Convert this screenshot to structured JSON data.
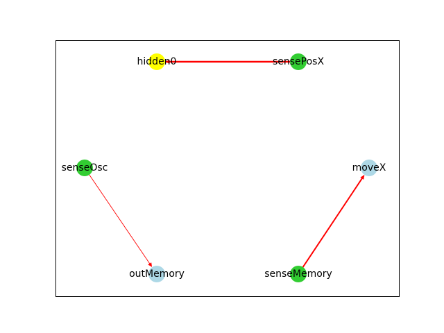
{
  "graph": {
    "nodes": [
      {
        "id": "hidden0",
        "label": "hidden0",
        "color": "#ffff00"
      },
      {
        "id": "sensePosX",
        "label": "sensePosX",
        "color": "#32cd32"
      },
      {
        "id": "senseOsc",
        "label": "senseOsc",
        "color": "#32cd32"
      },
      {
        "id": "moveX",
        "label": "moveX",
        "color": "#add8e6"
      },
      {
        "id": "outMemory",
        "label": "outMemory",
        "color": "#add8e6"
      },
      {
        "id": "senseMemory",
        "label": "senseMemory",
        "color": "#32cd32"
      }
    ],
    "edges": [
      {
        "from": "sensePosX",
        "to": "hidden0",
        "color": "#ff0000",
        "weight": "thick"
      },
      {
        "from": "senseOsc",
        "to": "outMemory",
        "color": "#ff0000",
        "weight": "thin"
      },
      {
        "from": "senseMemory",
        "to": "moveX",
        "color": "#ff0000",
        "weight": "medium"
      }
    ]
  }
}
